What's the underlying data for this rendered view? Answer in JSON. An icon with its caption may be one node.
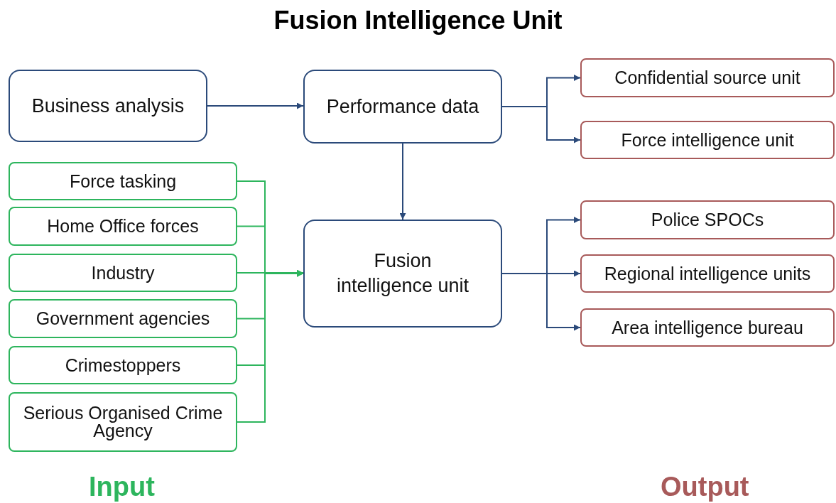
{
  "diagram": {
    "title": "Fusion Intelligence Unit",
    "nodes": [
      {
        "text": [
          "Business analysis"
        ]
      },
      {
        "text": [
          "Performance data"
        ]
      },
      {
        "text": [
          "Confidential source unit"
        ]
      },
      {
        "text": [
          "Force intelligence unit"
        ]
      },
      {
        "text": [
          "Force tasking"
        ]
      },
      {
        "text": [
          "Home Office forces"
        ]
      },
      {
        "text": [
          "Industry"
        ]
      },
      {
        "text": [
          "Government agencies"
        ]
      },
      {
        "text": [
          "Crimestoppers"
        ]
      },
      {
        "text": [
          "Serious Organised Crime Agency"
        ]
      },
      {
        "text": [
          "Fusion intelligence unit"
        ]
      },
      {
        "text": [
          "Police SPOCs"
        ]
      },
      {
        "text": [
          "Regional intelligence units"
        ]
      },
      {
        "text": [
          "Area intelligence bureau"
        ]
      }
    ],
    "edges": [
      {
        "from": 0,
        "to": 1,
        "arrow": "to"
      },
      {
        "from": 1,
        "to": 2,
        "arrow": "to"
      },
      {
        "from": 1,
        "to": 3,
        "arrow": "to"
      },
      {
        "from": 1,
        "to": 10,
        "arrow": "to"
      },
      {
        "from": 4,
        "to": 10,
        "arrow": "to",
        "color": "#2db55d"
      },
      {
        "from": 5,
        "to": 10,
        "arrow": "to",
        "color": "#2db55d"
      },
      {
        "from": 6,
        "to": 10,
        "arrow": "to",
        "color": "#2db55d"
      },
      {
        "from": 7,
        "to": 10,
        "arrow": "to",
        "color": "#2db55d"
      },
      {
        "from": 8,
        "to": 10,
        "arrow": "to",
        "color": "#2db55d"
      },
      {
        "from": 9,
        "to": 10,
        "arrow": "to",
        "color": "#2db55d"
      },
      {
        "from": 10,
        "to": 11,
        "arrow": "to"
      },
      {
        "from": 10,
        "to": 12,
        "arrow": "to"
      },
      {
        "from": 10,
        "to": 13,
        "arrow": "to"
      }
    ],
    "labels": [
      "Input",
      "Output"
    ]
  }
}
